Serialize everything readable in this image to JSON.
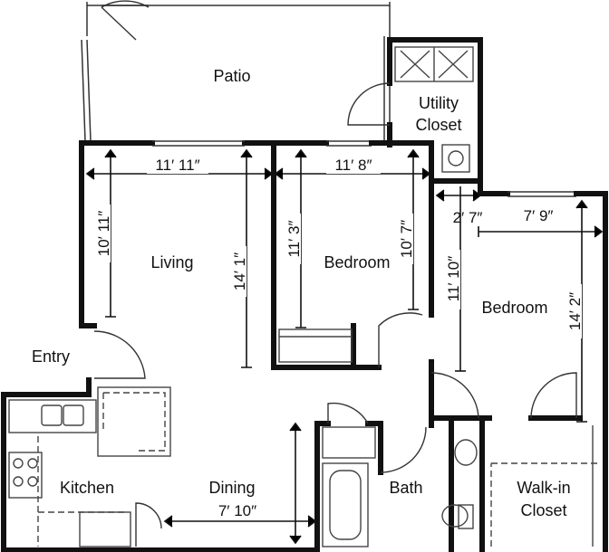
{
  "rooms": {
    "patio": "Patio",
    "utility_line1": "Utility",
    "utility_line2": "Closet",
    "living": "Living",
    "bedroom1": "Bedroom",
    "bedroom2": "Bedroom",
    "entry": "Entry",
    "kitchen": "Kitchen",
    "dining": "Dining",
    "bath": "Bath",
    "walkin_line1": "Walk-in",
    "walkin_line2": "Closet"
  },
  "dimensions": {
    "living_width": "11′ 11″",
    "living_depth_a": "10′ 11″",
    "living_depth_b": "14′ 1″",
    "bedroom1_width": "11′ 8″",
    "bedroom1_depth_a": "11′ 3″",
    "bedroom1_depth_b": "10′ 7″",
    "hall_width": "2′ 7″",
    "bedroom2_width": "7′ 9″",
    "bedroom2_depth_a": "11′ 10″",
    "bedroom2_depth_b": "14′ 2″",
    "dining_width": "7′ 10″"
  }
}
